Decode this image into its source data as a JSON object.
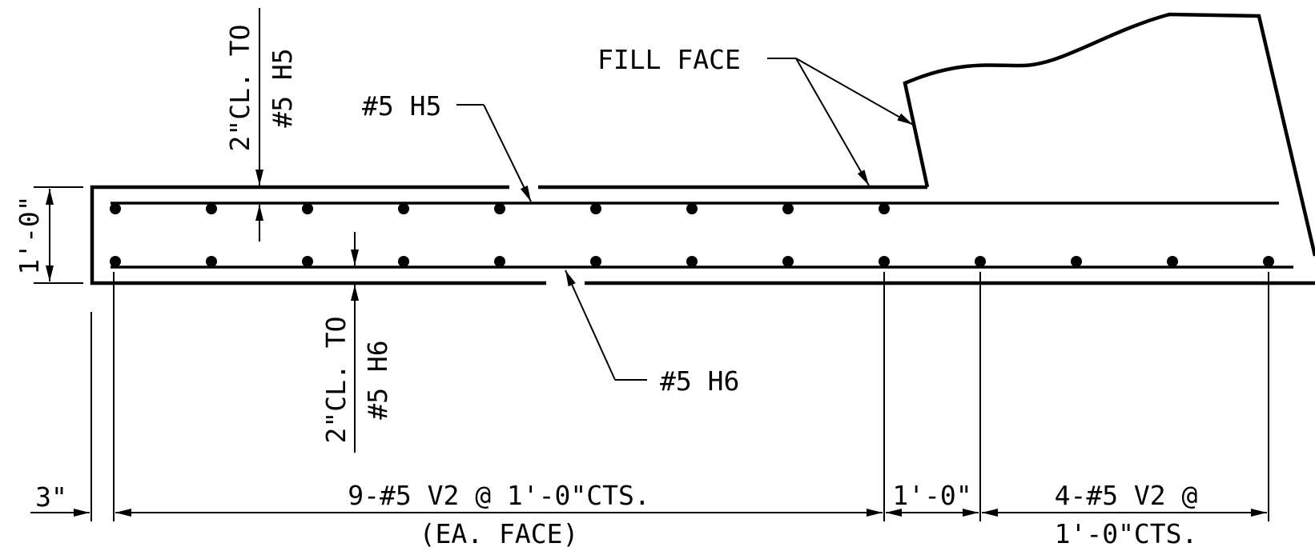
{
  "labels": {
    "fill_face": "FILL FACE",
    "bar_h5": "#5 H5",
    "bar_h6": "#5 H6",
    "top_cover_line1": "2\"CL. TO",
    "top_cover_line2": "#5 H5",
    "bottom_cover_line1": "2\"CL. TO",
    "bottom_cover_line2": "#5 H6",
    "thickness": "1'-0\"",
    "edge_distance": "3\"",
    "spacing_main_line1": "9-#5 V2 @ 1'-0\"CTS.",
    "spacing_main_line2": "(EA. FACE)",
    "spacing_gap": "1'-0\"",
    "spacing_end_line1": "4-#5 V2 @",
    "spacing_end_line2": "1'-0\"CTS."
  },
  "rebar": {
    "top_layer_count": 9,
    "bottom_layer_count": 13,
    "spacing": "1'-0\""
  },
  "colors": {
    "ink": "#000000",
    "paper": "#ffffff"
  }
}
